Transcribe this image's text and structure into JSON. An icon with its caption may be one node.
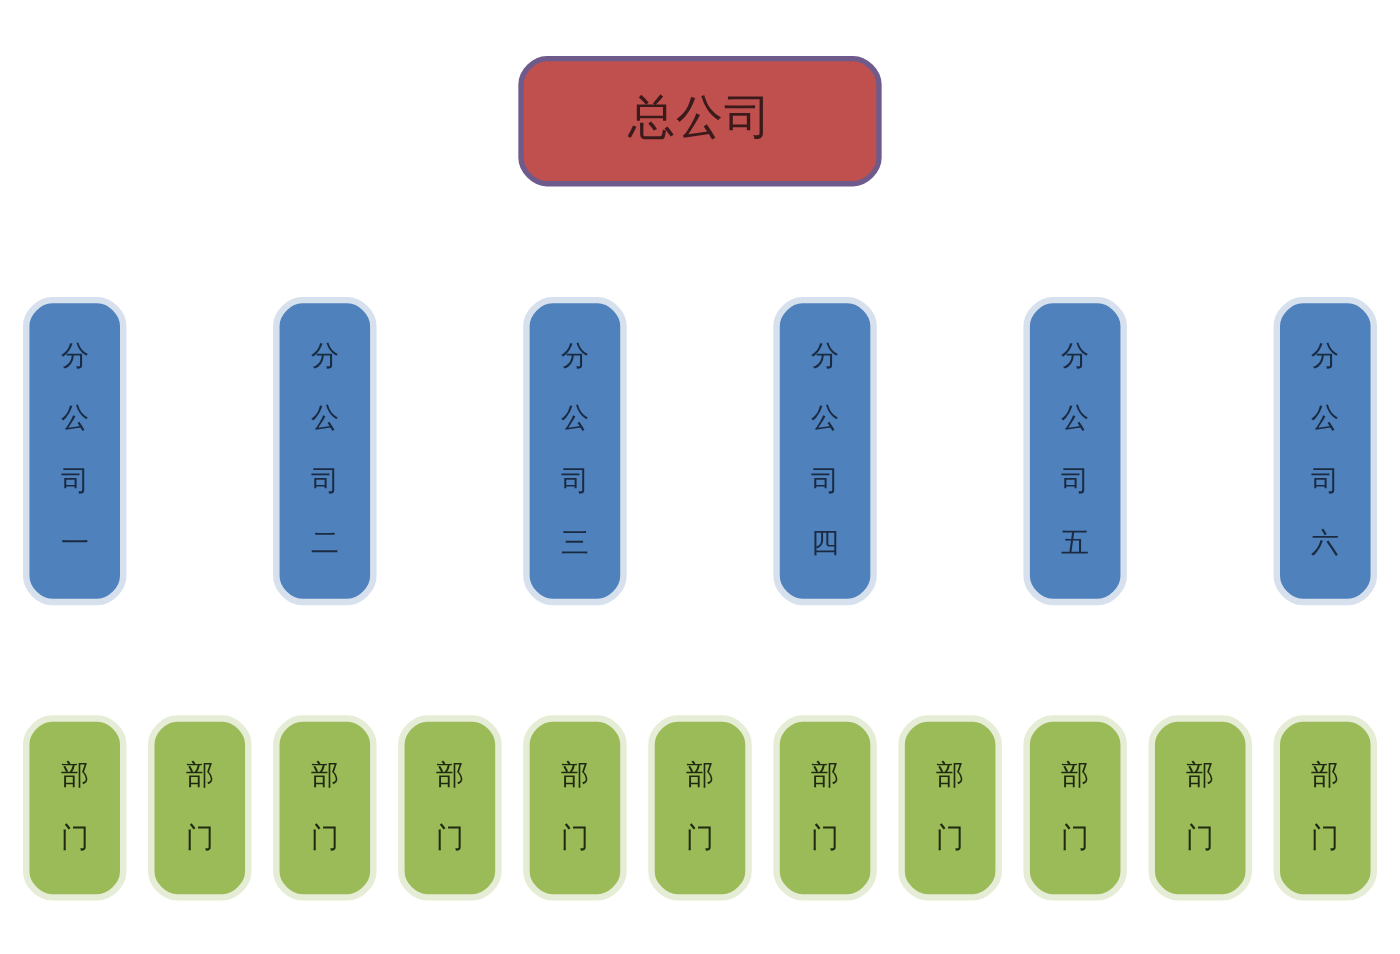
{
  "diagram": {
    "nodes": [
      {
        "text": [
          "总公司"
        ]
      },
      {
        "text": [
          "分公司一"
        ]
      },
      {
        "text": [
          "分公司二"
        ]
      },
      {
        "text": [
          "分公司三"
        ]
      },
      {
        "text": [
          "分公司四"
        ]
      },
      {
        "text": [
          "分公司五"
        ]
      },
      {
        "text": [
          "分公司六"
        ]
      },
      {
        "text": [
          "部门"
        ]
      },
      {
        "text": [
          "部门"
        ]
      },
      {
        "text": [
          "部门"
        ]
      },
      {
        "text": [
          "部门"
        ]
      },
      {
        "text": [
          "部门"
        ]
      },
      {
        "text": [
          "部门"
        ]
      },
      {
        "text": [
          "部门"
        ]
      },
      {
        "text": [
          "部门"
        ]
      },
      {
        "text": [
          "部门"
        ]
      },
      {
        "text": [
          "部门"
        ]
      },
      {
        "text": [
          "部门"
        ]
      }
    ]
  }
}
